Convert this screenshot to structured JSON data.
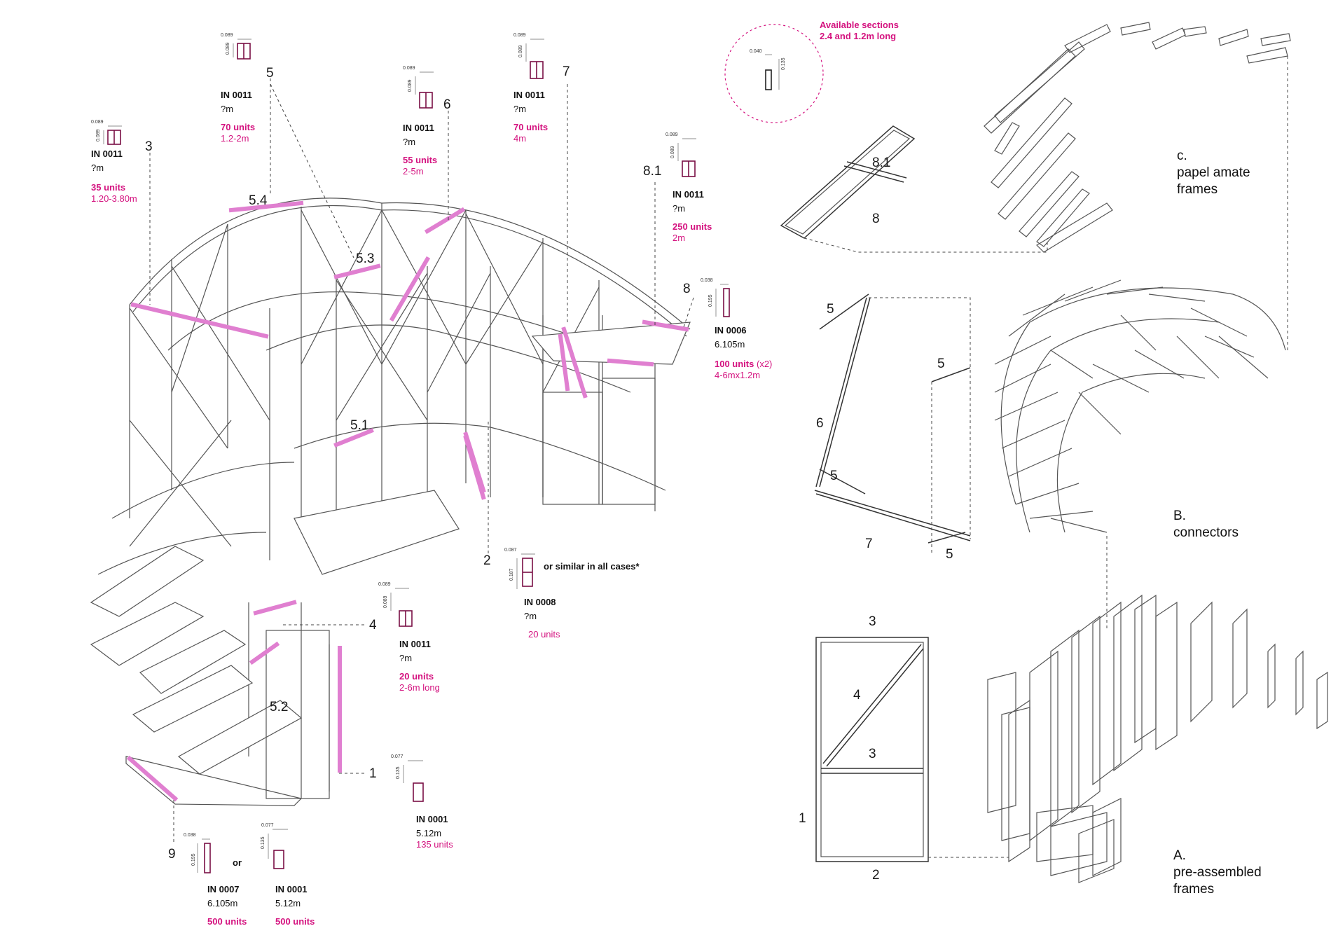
{
  "main_structure": {
    "callouts": [
      {
        "id": "3",
        "number": "3",
        "code": "IN 0011",
        "length": "?m",
        "units": "35 units",
        "range": "1.20-3.80m",
        "dims": [
          "0.089",
          "0.089"
        ]
      },
      {
        "id": "5",
        "number": "5",
        "code": "IN 0011",
        "length": "?m",
        "units": "70 units",
        "range": "1.2-2m",
        "dims": [
          "0.089",
          "0.089"
        ]
      },
      {
        "id": "6",
        "number": "6",
        "code": "IN 0011",
        "length": "?m",
        "units": "55 units",
        "range": "2-5m",
        "dims": [
          "0.089",
          "0.089"
        ]
      },
      {
        "id": "7",
        "number": "7",
        "code": "IN 0011",
        "length": "?m",
        "units": "70 units",
        "range": "4m",
        "dims": [
          "0.089",
          "0.089"
        ]
      },
      {
        "id": "81",
        "number": "8.1",
        "code": "IN 0011",
        "length": "?m",
        "units": "250 units",
        "range": "2m",
        "dims": [
          "0.089",
          "0.089"
        ]
      },
      {
        "id": "8",
        "number": "8",
        "code": "IN 0006",
        "length": "6.105m",
        "units": "100 units",
        "units_suffix": "(x2)",
        "range": "4-6mx1.2m",
        "dims": [
          "0.038",
          "0.195"
        ]
      },
      {
        "id": "2",
        "number": "2",
        "code": "IN 0008",
        "length": "?m",
        "units": "20 units",
        "range": "",
        "note": "or similar in all cases*",
        "dims": [
          "0.087",
          "0.187"
        ]
      },
      {
        "id": "4",
        "number": "4",
        "code": "IN 0011",
        "length": "?m",
        "units": "20 units",
        "range": "2-6m long",
        "dims": [
          "0.089",
          "0.089"
        ]
      },
      {
        "id": "1",
        "number": "1",
        "code": "IN 0001",
        "length": "5.12m",
        "units": "",
        "range": "135 units",
        "dims": [
          "0.077",
          "0.135"
        ]
      }
    ],
    "part_numbers": {
      "p54": "5.4",
      "p53": "5.3",
      "p51": "5.1",
      "p52": "5.2"
    },
    "item9": {
      "number": "9",
      "or": "or",
      "option_a": {
        "code": "IN 0007",
        "length": "6.105m",
        "units": "500 units",
        "dims": [
          "0.038",
          "0.195"
        ]
      },
      "option_b": {
        "code": "IN 0001",
        "length": "5.12m",
        "units": "500 units",
        "dims": [
          "0.077",
          "0.135"
        ]
      }
    }
  },
  "available_sections": {
    "line1": "Available sections",
    "line2": "2.4 and 1.2m long",
    "dims": [
      "0.040",
      "0.135"
    ]
  },
  "panels": {
    "c": {
      "title": "c.",
      "subtitle1": "papel amate",
      "subtitle2": "frames",
      "labels": {
        "a": "8.1",
        "b": "8"
      }
    },
    "b": {
      "title": "B.",
      "subtitle1": "connectors",
      "labels": [
        "5",
        "5",
        "6",
        "5",
        "7",
        "5"
      ]
    },
    "a": {
      "title": "A.",
      "subtitle1": "pre-assembled",
      "subtitle2": "frames",
      "labels": {
        "top": "3",
        "diag": "4",
        "mid": "3",
        "left": "1",
        "bottom": "2"
      }
    }
  },
  "colors": {
    "highlight": "#e07fd0",
    "accent_text": "#d4127f",
    "section_outline": "#7a0f45",
    "linework": "#555555"
  }
}
